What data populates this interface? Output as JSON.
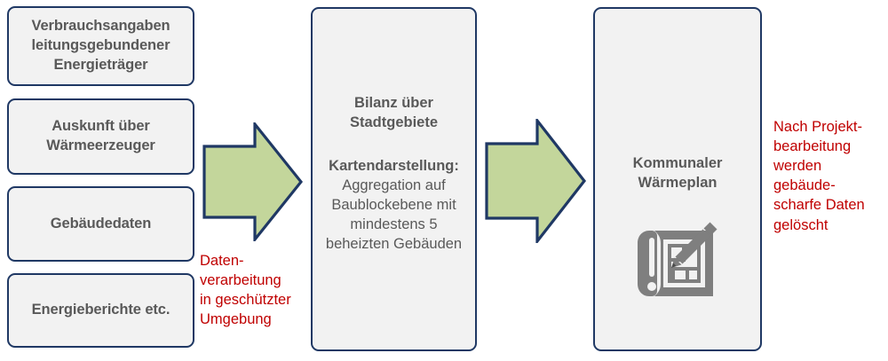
{
  "colors": {
    "box_border": "#1F3864",
    "box_fill": "#F2F2F2",
    "text": "#595959",
    "arrow_fill": "#C3D69B",
    "arrow_border": "#1F3864",
    "note": "#C00000",
    "icon": "#7F7F7F"
  },
  "sources": [
    {
      "label": "Verbrauchsangaben\nleitungsgebundener\nEnergieträger"
    },
    {
      "label": "Auskunft über\nWärmeerzeuger"
    },
    {
      "label": "Gebäudedaten"
    },
    {
      "label": "Energieberichte etc."
    }
  ],
  "center": {
    "title": "Bilanz über\nStadtgebiete",
    "sub_title": "Kartendarstellung:",
    "sub_body": "Aggregation auf\nBaublockebene mit\nmindestens 5\nbeheizten Gebäuden"
  },
  "right": {
    "title": "Kommunaler\nWärmeplan",
    "icon": "blueprint-pencil-icon"
  },
  "arrows": [
    {
      "name": "arrow-sources-to-center",
      "direction": "right"
    },
    {
      "name": "arrow-center-to-plan",
      "direction": "right"
    }
  ],
  "notes": {
    "center": "Daten-\nverarbeitung\nin geschützter\nUmgebung",
    "right": "Nach Projekt-\nbearbeitung\nwerden\ngebäude-\nscharfe Daten\ngelöscht"
  }
}
